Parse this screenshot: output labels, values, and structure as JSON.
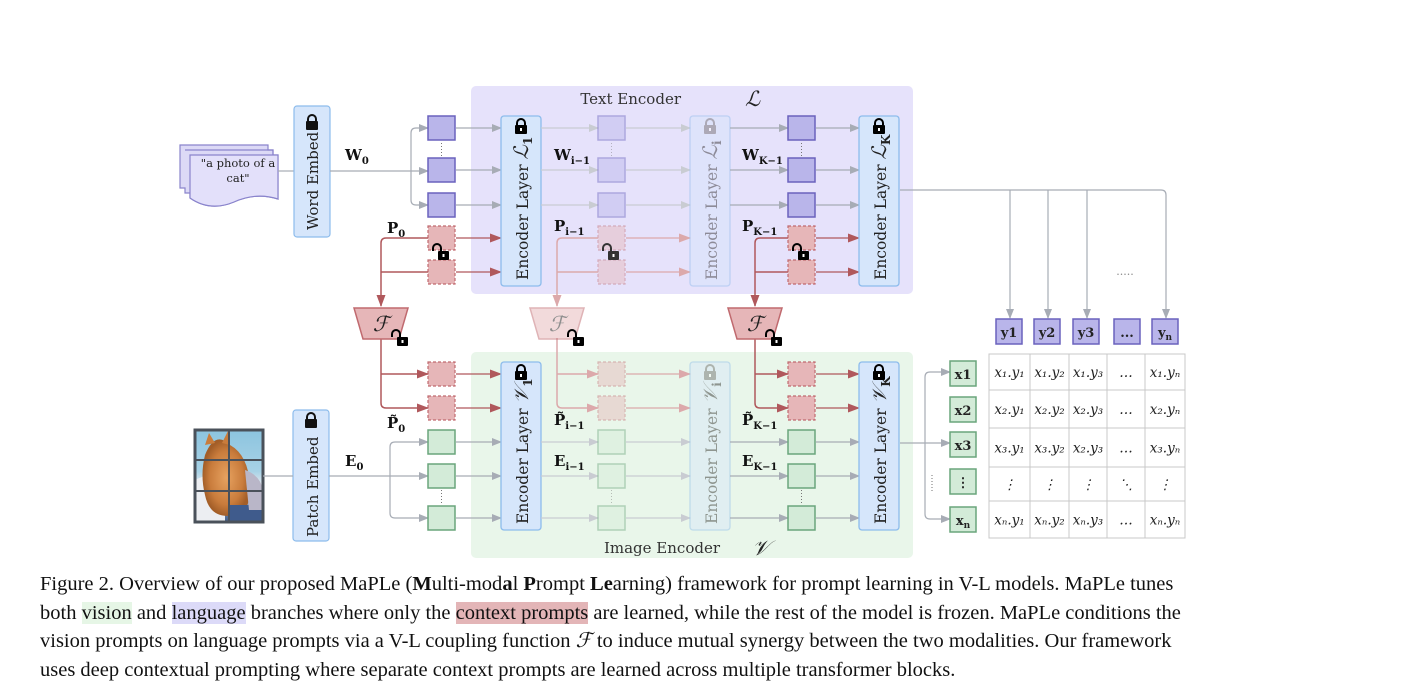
{
  "colors": {
    "text_encoder_bg": "#e6e2fb",
    "image_encoder_bg": "#e9f6ea",
    "encoder_layer_fill": "#d6e6fb",
    "encoder_layer_stroke": "#8dbcec",
    "text_token_fill": "#b9b5ea",
    "text_token_stroke": "#6a62bd",
    "image_token_fill": "#d3ebd8",
    "image_token_stroke": "#6aa57c",
    "prompt_fill": "#e6b6b8",
    "prompt_stroke": "#c06a6f",
    "prompt_arrow": "#b0585c",
    "gray_arrow": "#a7acb5"
  },
  "text_input": {
    "label_line1": "\"a photo of a",
    "label_line2": "cat\""
  },
  "word_embed": {
    "label": "Word Embed",
    "lock": "locked"
  },
  "patch_embed": {
    "label": "Patch Embed",
    "lock": "locked"
  },
  "text_encoder": {
    "title": "Text Encoder",
    "symbol": "ℒ",
    "layers": [
      {
        "label": "Encoder Layer",
        "sym": "ℒ",
        "sub": "1",
        "lock": "locked",
        "faded": false
      },
      {
        "label": "Encoder Layer",
        "sym": "ℒ",
        "sub": "i",
        "lock": "locked",
        "faded": true
      },
      {
        "label": "Encoder Layer",
        "sym": "ℒ",
        "sub": "K",
        "lock": "locked",
        "faded": false
      }
    ],
    "word_labels": [
      {
        "base": "W",
        "sub": "0"
      },
      {
        "base": "W",
        "sub": "i−1"
      },
      {
        "base": "W",
        "sub": "K−1"
      }
    ],
    "prompt_labels": [
      {
        "base": "P",
        "sub": "0"
      },
      {
        "base": "P",
        "sub": "i−1"
      },
      {
        "base": "P",
        "sub": "K−1"
      }
    ]
  },
  "image_encoder": {
    "title": "Image Encoder",
    "symbol": "𝒱",
    "layers": [
      {
        "label": "Encoder Layer",
        "sym": "𝒱",
        "sub": "1",
        "lock": "locked",
        "faded": false
      },
      {
        "label": "Encoder Layer",
        "sym": "𝒱",
        "sub": "i",
        "lock": "locked",
        "faded": true
      },
      {
        "label": "Encoder Layer",
        "sym": "𝒱",
        "sub": "K",
        "lock": "locked",
        "faded": false
      }
    ],
    "embed_labels": [
      {
        "base": "E",
        "sub": "0"
      },
      {
        "base": "E",
        "sub": "i−1"
      },
      {
        "base": "E",
        "sub": "K−1"
      }
    ],
    "prompt_labels": [
      {
        "base": "P̃",
        "sub": "0"
      },
      {
        "base": "P̃",
        "sub": "i−1"
      },
      {
        "base": "P̃",
        "sub": "K−1"
      }
    ]
  },
  "coupling_function": {
    "symbol": "ℱ",
    "lock": "unlocked"
  },
  "text_features": [
    "y1",
    "y2",
    "y3",
    "...",
    "yn"
  ],
  "text_features_ellipsis": ".....",
  "image_features": [
    "x1",
    "x2",
    "x3",
    "⋮",
    "xn"
  ],
  "similarity_matrix": {
    "rows": [
      [
        "x₁.y₁",
        "x₁.y₂",
        "x₁.y₃",
        "…",
        "x₁.yₙ"
      ],
      [
        "x₂.y₁",
        "x₂.y₂",
        "x₂.y₃",
        "…",
        "x₂.yₙ"
      ],
      [
        "x₃.y₁",
        "x₃.y₂",
        "x₂.y₃",
        "…",
        "x₃.yₙ"
      ],
      [
        "⋮",
        "⋮",
        "⋮",
        "⋱",
        "⋮"
      ],
      [
        "xₙ.y₁",
        "xₙ.y₂",
        "xₙ.y₃",
        "…",
        "xₙ.yₙ"
      ]
    ]
  },
  "caption": {
    "l1_a": "Figure 2. Overview of our proposed MaPLe (",
    "l1_b1": "M",
    "l1_c1": "ulti-mod",
    "l1_b2": "a",
    "l1_c2": "l ",
    "l1_b3": "P",
    "l1_c3": "rompt ",
    "l1_b4": "Le",
    "l1_d": "arning) framework for prompt learning in V-L models. MaPLe tunes",
    "l2_a": "both ",
    "l2_vision": "vision",
    "l2_b": " and ",
    "l2_language": "language",
    "l2_c": " branches where only the ",
    "l2_ctx": "context prompts",
    "l2_d": " are learned, while the rest of the model is frozen. MaPLe conditions the",
    "l3_a": "vision prompts on language prompts via a V-L coupling function ",
    "l3_f": "ℱ",
    "l3_b": " to induce mutual synergy between the two modalities. Our framework",
    "l4": "uses deep contextual prompting where separate context prompts are learned across multiple transformer blocks."
  }
}
